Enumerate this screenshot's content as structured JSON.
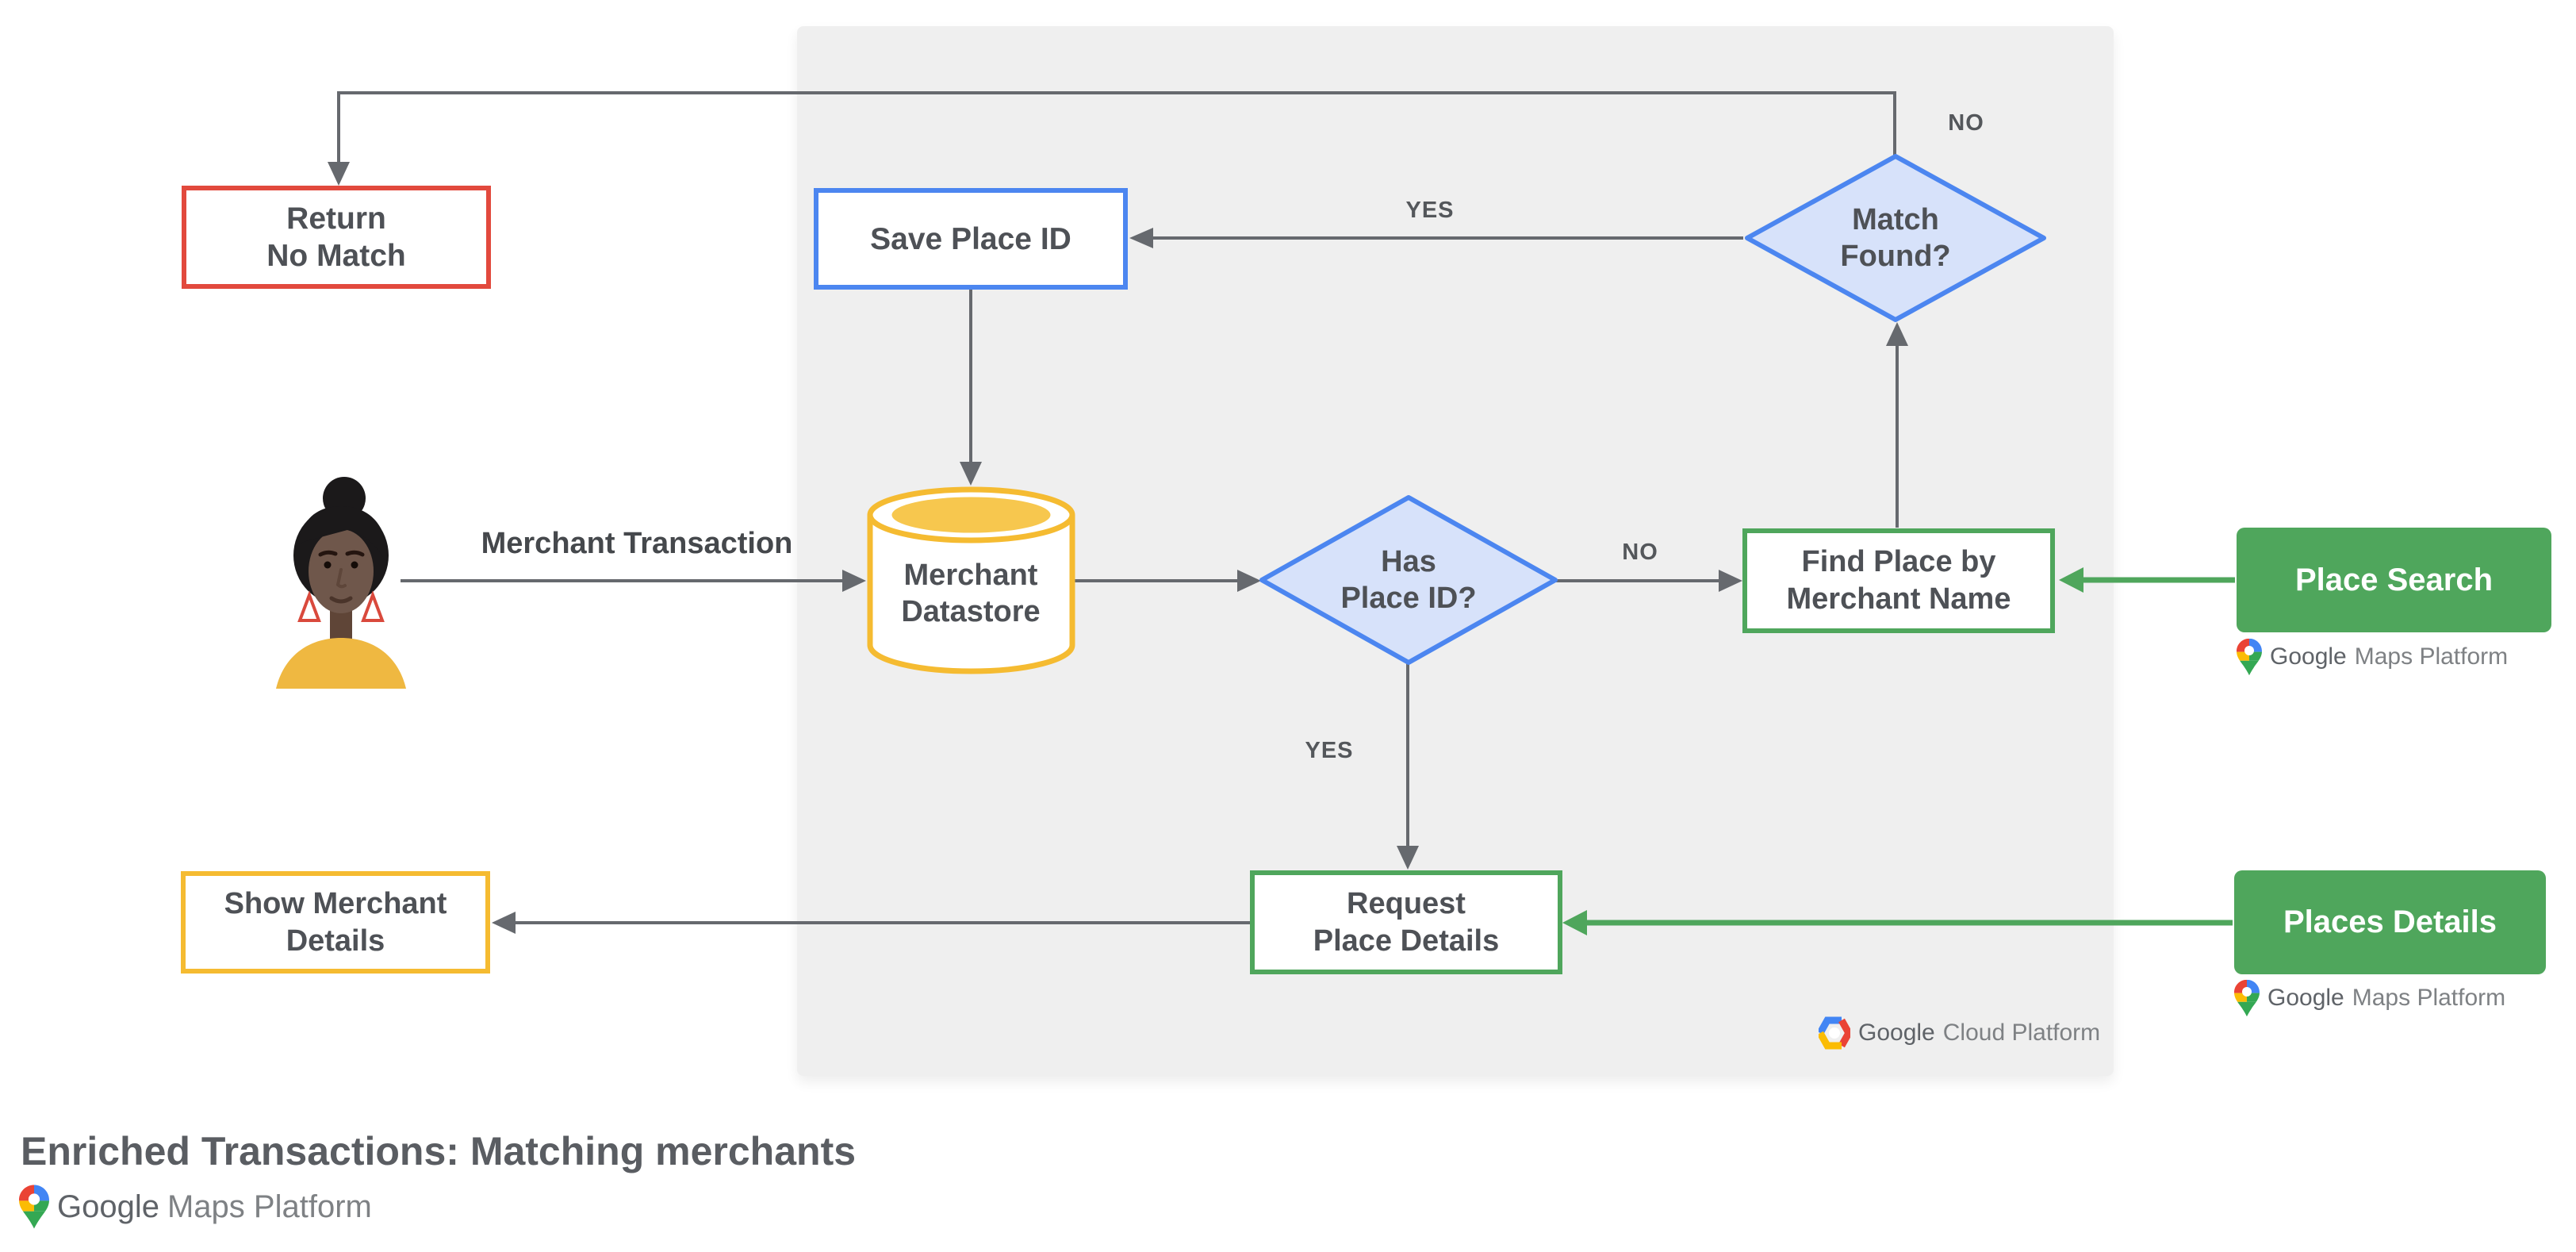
{
  "title": "Enriched Transactions: Matching merchants",
  "nodes": {
    "return_no_match": {
      "line1": "Return",
      "line2": "No Match"
    },
    "save_place_id": {
      "label": "Save Place ID"
    },
    "match_found": {
      "line1": "Match",
      "line2": "Found?"
    },
    "merchant_datastore": {
      "line1": "Merchant",
      "line2": "Datastore"
    },
    "has_place_id": {
      "line1": "Has",
      "line2": "Place ID?"
    },
    "find_place_by_merchant_name": {
      "line1": "Find Place by",
      "line2": "Merchant Name"
    },
    "place_search": {
      "label": "Place Search"
    },
    "request_place_details": {
      "line1": "Request",
      "line2": "Place Details"
    },
    "places_details": {
      "label": "Places Details"
    },
    "show_merchant_details": {
      "line1": "Show Merchant",
      "line2": "Details"
    }
  },
  "edge_labels": {
    "no_top": "NO",
    "yes_save": "YES",
    "merchant_transaction": "Merchant Transaction",
    "no_find": "NO",
    "yes_request": "YES"
  },
  "logos": {
    "maps_platform_search": {
      "brand": "Google",
      "product": "Maps Platform"
    },
    "maps_platform_details": {
      "brand": "Google",
      "product": "Maps Platform"
    },
    "cloud_platform": {
      "brand": "Google",
      "product": "Cloud Platform"
    },
    "maps_platform_footer": {
      "brand": "Google",
      "product": "Maps Platform"
    }
  },
  "colors": {
    "shape_red": "#E2493D",
    "shape_blue": "#4C86F0",
    "diamond_fill": "#D7E2FA",
    "shape_yellow": "#F5BB31",
    "cylinder_inner_yellow": "#F7C74E",
    "shape_green": "#4FA65C",
    "panel_gray": "#EFEFEF",
    "arrow_gray": "#66696E",
    "label_gray": "#4E5156",
    "google_red": "#EA4335",
    "google_blue": "#4285F4",
    "google_yellow": "#FBBC04",
    "google_green": "#34A853"
  }
}
